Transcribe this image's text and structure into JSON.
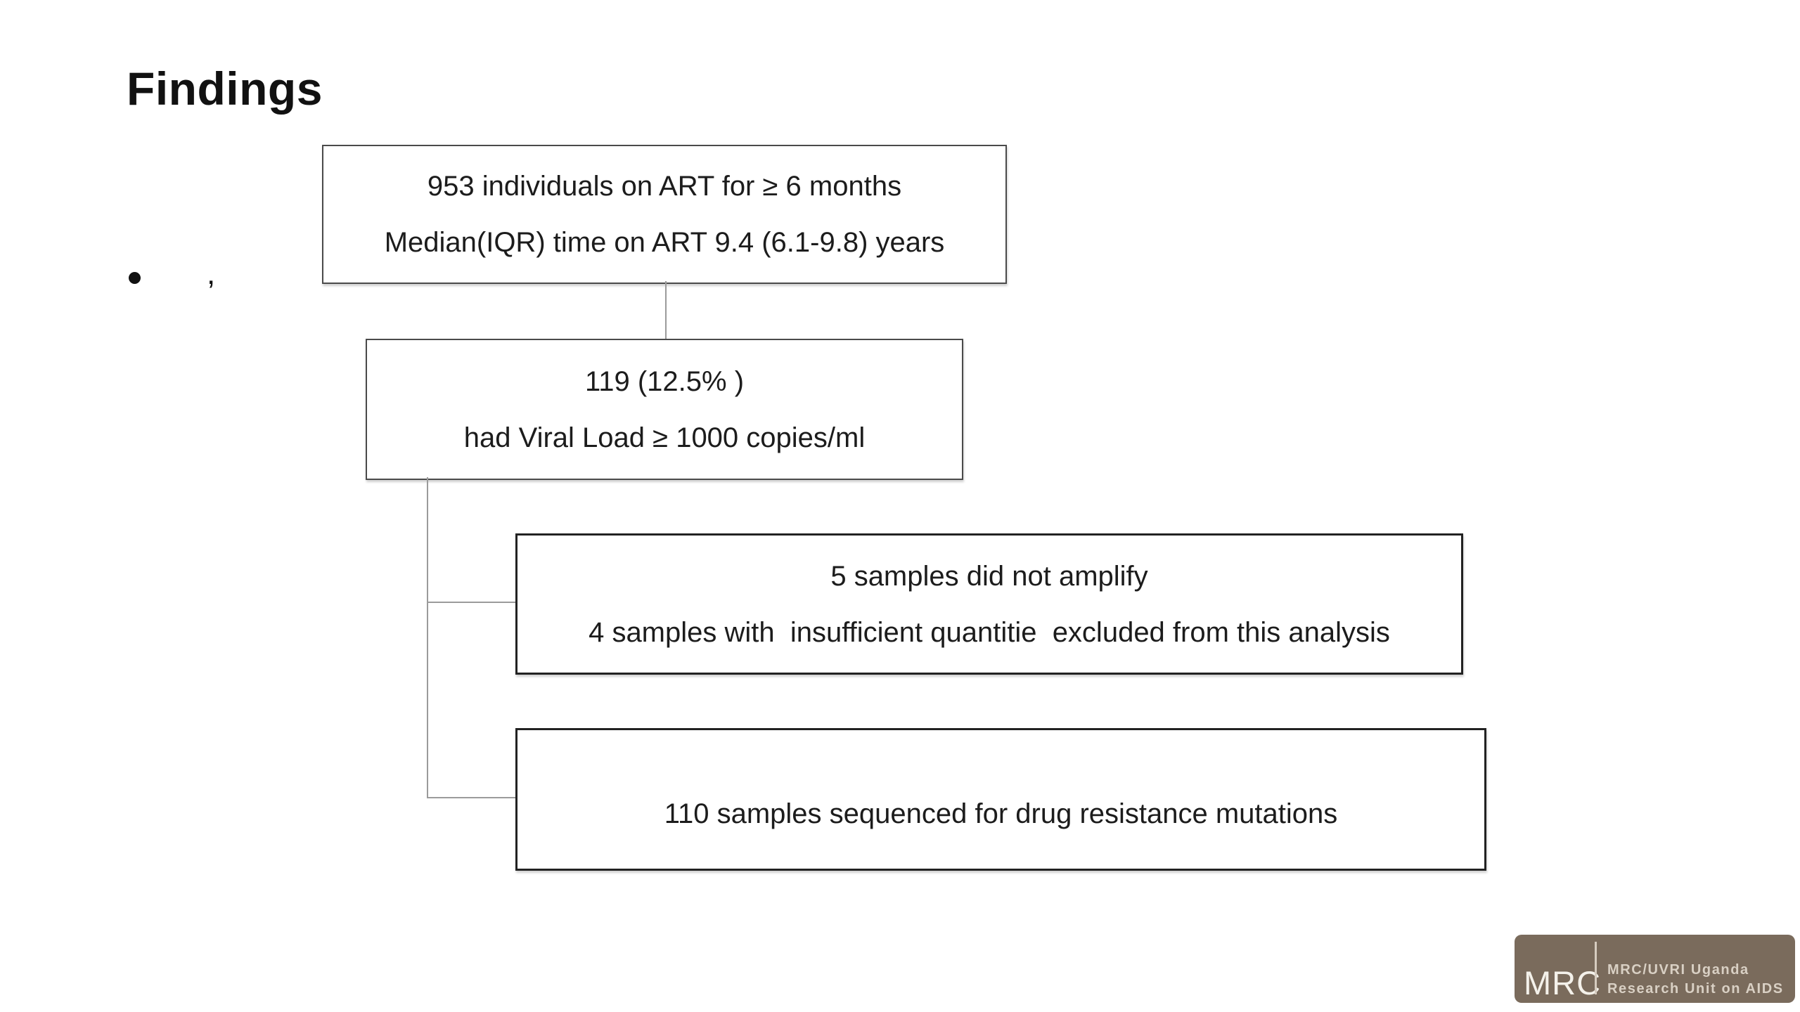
{
  "slide": {
    "title": "Findings",
    "bullet_text": ",",
    "colors": {
      "background": "#ffffff",
      "box_border_light": "#4a4a4a",
      "box_border_dark": "#222222",
      "connector": "#9b9b9b",
      "logo_background": "#7a6b5c",
      "logo_text": "#f4f1ea"
    },
    "flow": {
      "box1": {
        "line1": "953 individuals on ART for ≥ 6 months",
        "line2": "Median(IQR) time on ART 9.4 (6.1-9.8) years"
      },
      "box2": {
        "line1": "119 (12.5% )",
        "line2": "had Viral Load ≥ 1000 copies/ml"
      },
      "box3": {
        "line1": "5 samples did not amplify",
        "line2": "4 samples with  insufficient quantitie  excluded from this analysis"
      },
      "box4": {
        "line1": "110 samples sequenced for drug resistance mutations"
      }
    },
    "logo": {
      "abbr": "MRC",
      "org_line1": "MRC/UVRI Uganda",
      "org_line2": "Research Unit on AIDS"
    }
  }
}
